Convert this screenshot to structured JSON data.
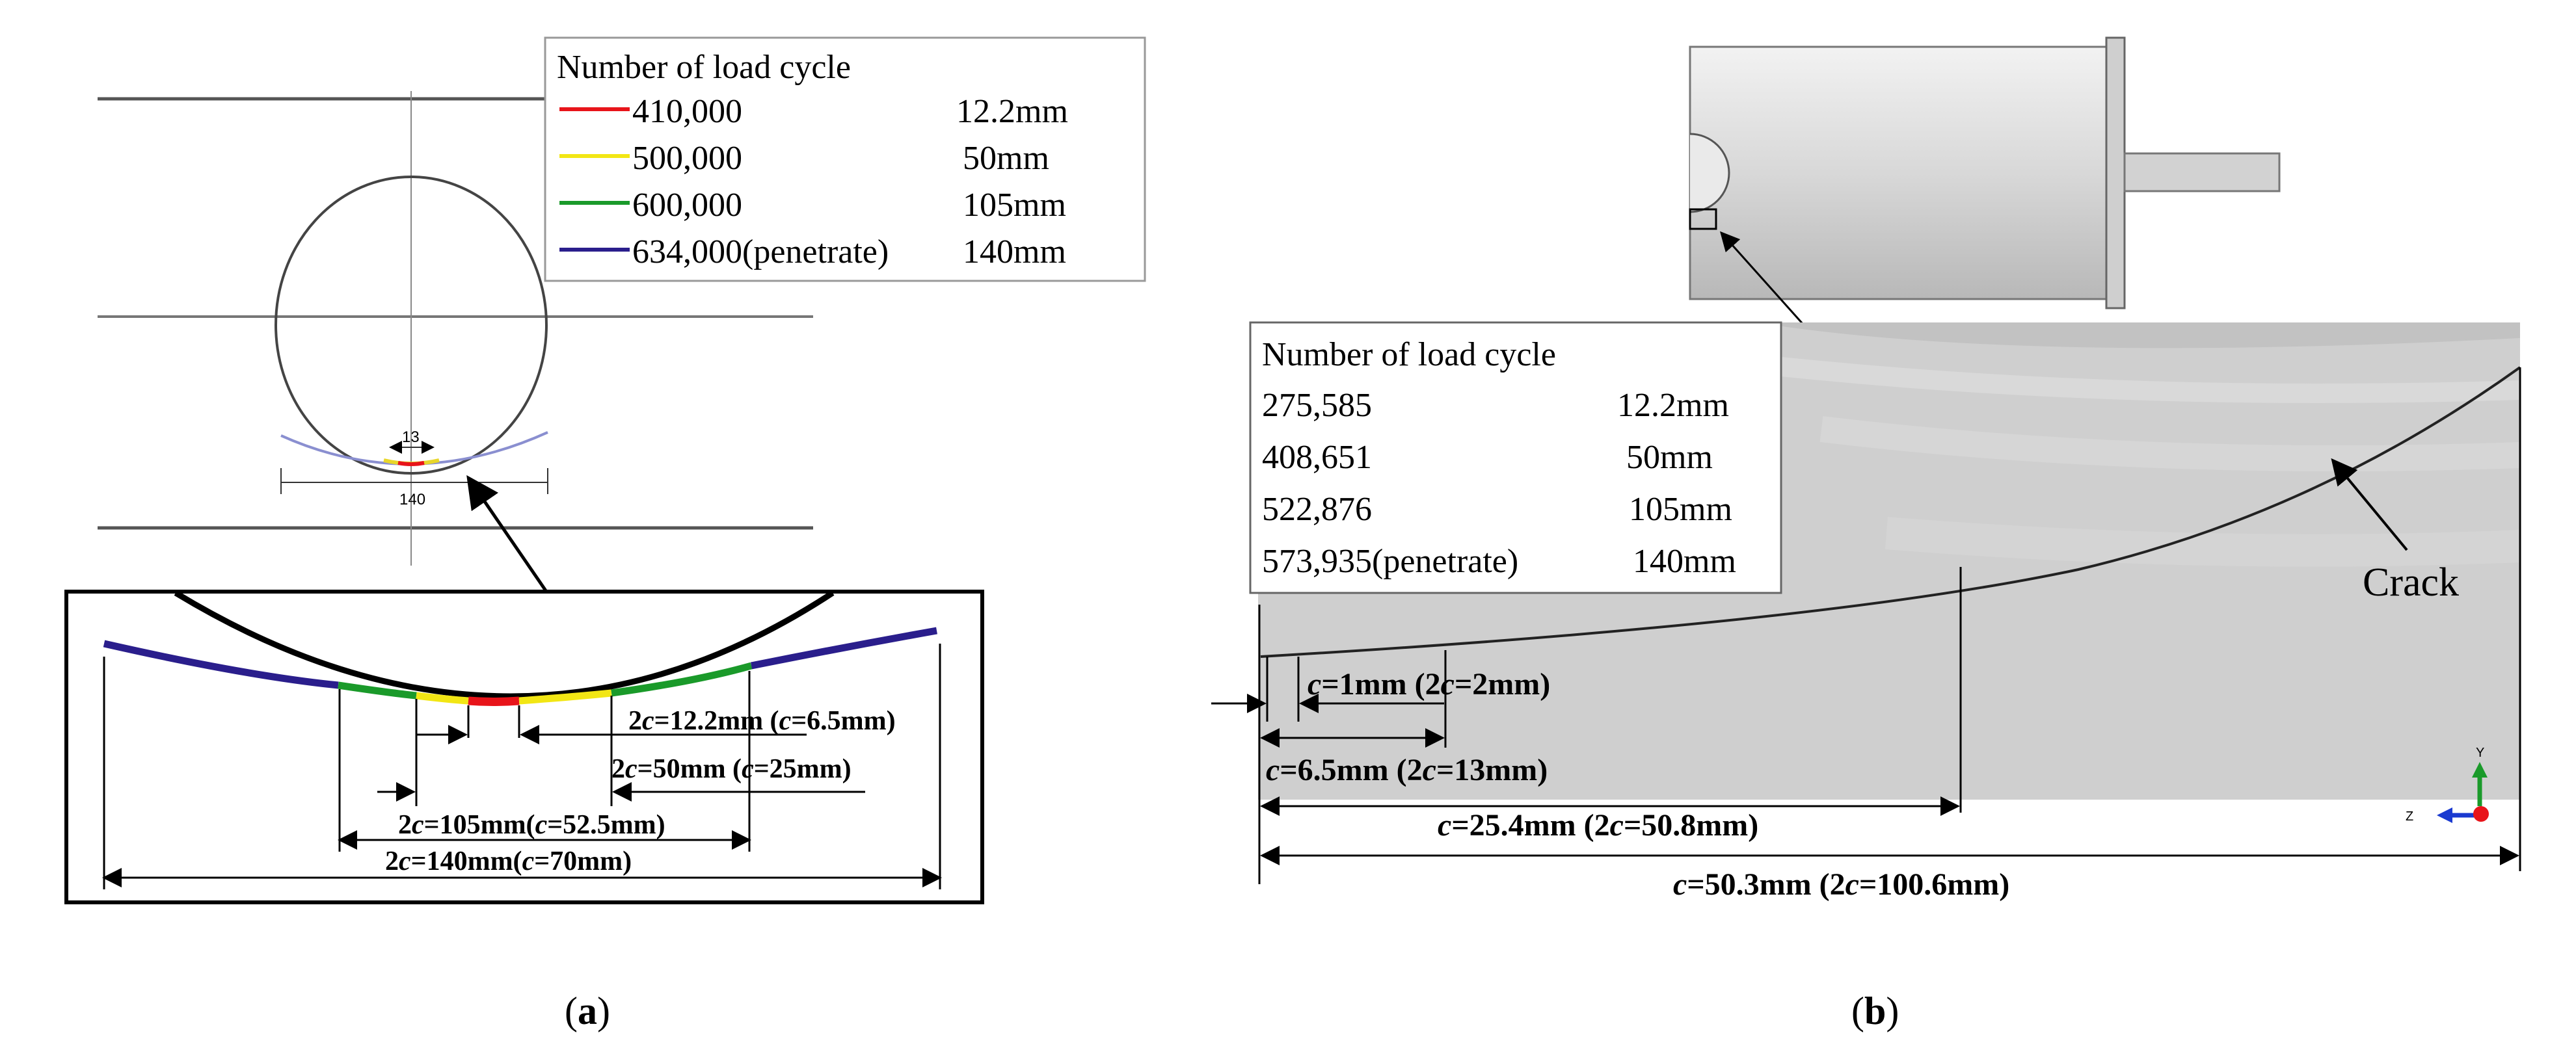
{
  "panel_a": {
    "caption": "(a)",
    "caption_letter": "a",
    "legend": {
      "title": "Number of load cycle",
      "rows": [
        {
          "cycle": "410,000",
          "size": "12.2mm",
          "color": "#e8141a"
        },
        {
          "cycle": "500,000",
          "size": "50mm",
          "color": "#f2e614"
        },
        {
          "cycle": "600,000",
          "size": "105mm",
          "color": "#1a9a2a"
        },
        {
          "cycle": "634,000(penetrate)",
          "size": "140mm",
          "color": "#2a1e8c"
        }
      ]
    },
    "small_dims": {
      "inner": "13",
      "outer": "140"
    },
    "zoom_dims": {
      "d1": {
        "pre": "2",
        "c": "c",
        "mid": "=12.2mm (",
        "c2": "c",
        "post": "=6.5mm)"
      },
      "d2": {
        "pre": "2",
        "c": "c",
        "mid": "=50mm (",
        "c2": "c",
        "post": "=25mm)"
      },
      "d3": {
        "pre": "2",
        "c": "c",
        "mid": "=105mm(",
        "c2": "c",
        "post": "=52.5mm)"
      },
      "d4": {
        "pre": "2",
        "c": "c",
        "mid": "=140mm(",
        "c2": "c",
        "post": "=70mm)"
      }
    }
  },
  "panel_b": {
    "caption": "(b)",
    "caption_letter": "b",
    "legend": {
      "title": "Number of load cycle",
      "rows": [
        {
          "cycle": "275,585",
          "size": "12.2mm"
        },
        {
          "cycle": "408,651",
          "size": "50mm"
        },
        {
          "cycle": "522,876",
          "size": "105mm"
        },
        {
          "cycle": "573,935(penetrate)",
          "size": "140mm"
        }
      ]
    },
    "crack_label": "Crack",
    "dims": {
      "d1": {
        "c": "c",
        "mid": "=1mm (2",
        "c2": "c",
        "post": "=2mm)"
      },
      "d2": {
        "c": "c",
        "mid": "=6.5mm (2",
        "c2": "c",
        "post": "=13mm)"
      },
      "d3": {
        "c": "c",
        "mid": "=25.4mm (2",
        "c2": "c",
        "post": "=50.8mm)"
      },
      "d4": {
        "c": "c",
        "mid": "=50.3mm (2",
        "c2": "c",
        "post": "=100.6mm)"
      }
    },
    "axes": {
      "y": "Y",
      "z": "Z"
    }
  }
}
